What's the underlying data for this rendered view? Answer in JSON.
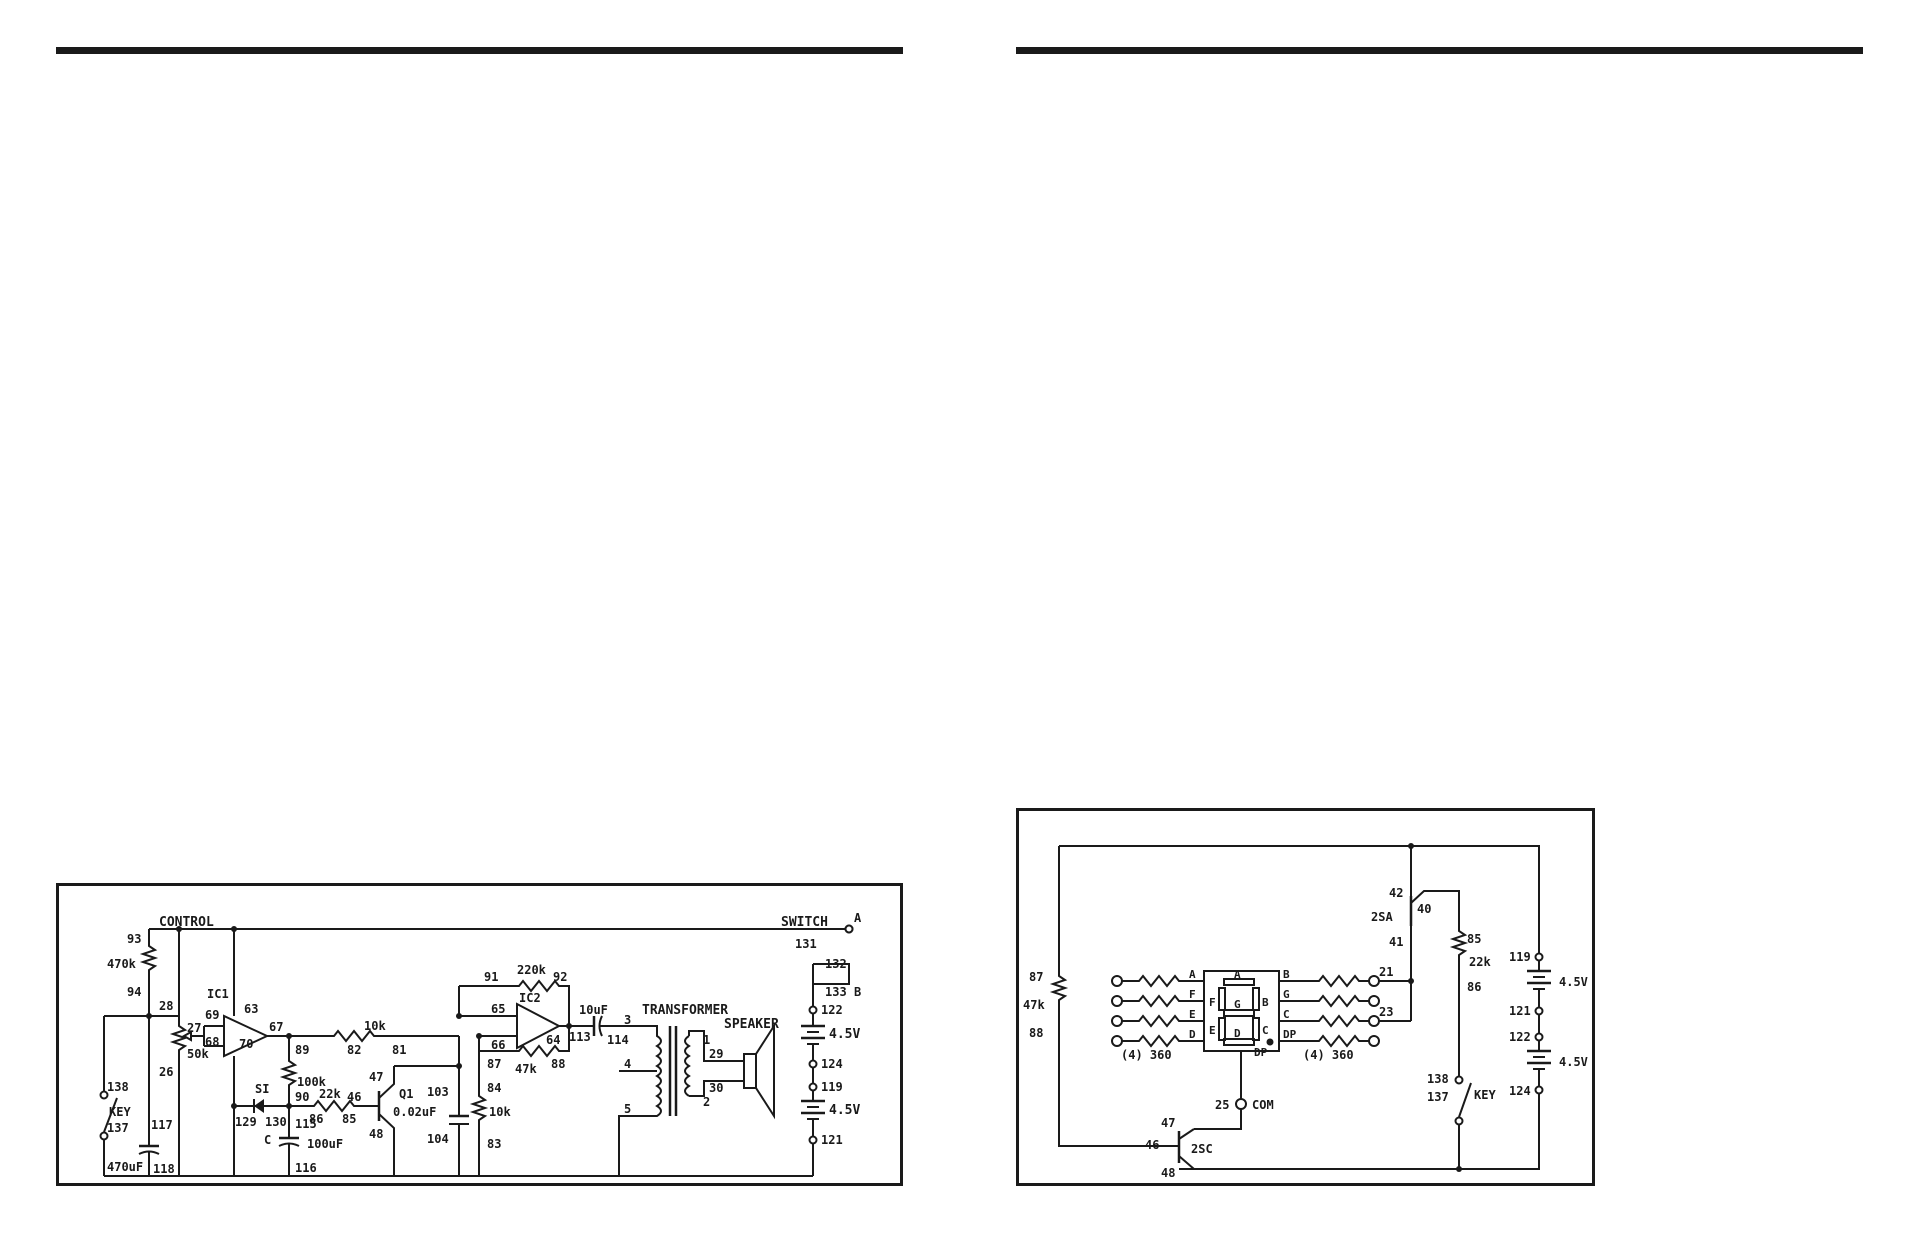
{
  "left_schematic": {
    "labels": {
      "control": "CONTROL",
      "switch": "SWITCH",
      "a": "A",
      "b": "B",
      "n93": "93",
      "r470k": "470k",
      "n94": "94",
      "n28": "28",
      "n26": "26",
      "n27": "27",
      "r50k": "50k",
      "ic1": "IC1",
      "n69": "69",
      "n63": "63",
      "n67": "67",
      "n68": "68",
      "n70": "70",
      "n89": "89",
      "r100k": "100k",
      "n90": "90",
      "r22k": "22k",
      "n46": "46",
      "n86": "86",
      "n85": "85",
      "n47": "47",
      "q1": "Q1",
      "c002": "0.02uF",
      "n48": "48",
      "n82": "82",
      "r10k_a": "10k",
      "n81": "81",
      "n91": "91",
      "r220k": "220k",
      "n92": "92",
      "ic2": "IC2",
      "n65": "65",
      "n66": "66",
      "n64": "64",
      "n113": "113",
      "n87": "87",
      "r47k": "47k",
      "n88": "88",
      "n103": "103",
      "n104": "104",
      "n84": "84",
      "r10k_b": "10k",
      "n83": "83",
      "c10uf": "10uF",
      "n114": "114",
      "transformer": "TRANSFORMER",
      "speaker": "SPEAKER",
      "n3": "3",
      "n4": "4",
      "n5": "5",
      "n1": "1",
      "n29": "29",
      "n30": "30",
      "n2": "2",
      "n131": "131",
      "n132": "132",
      "n133": "133",
      "n122": "122",
      "v45a": "4.5V",
      "n124": "124",
      "n119": "119",
      "v45b": "4.5V",
      "n121": "121",
      "n138": "138",
      "key": "KEY",
      "n137": "137",
      "n117": "117",
      "c470": "470uF",
      "n118": "118",
      "si": "SI",
      "n129": "129",
      "n130": "130",
      "c_label": "C",
      "n115": "115",
      "c100": "100uF",
      "n116": "116"
    }
  },
  "right_schematic": {
    "labels": {
      "n87": "87",
      "r47k": "47k",
      "n88": "88",
      "a_l": "A",
      "f_l": "F",
      "e_l": "E",
      "d_l": "D",
      "seg_a": "A",
      "seg_f": "F",
      "seg_g": "G",
      "seg_b": "B",
      "seg_e": "E",
      "seg_c": "C",
      "seg_d": "D",
      "seg_dp": "DP",
      "b_r": "B",
      "g_r": "G",
      "c_r": "C",
      "dp_r": "DP",
      "res4_left": "(4) 360",
      "res4_right": "(4) 360",
      "n21": "21",
      "n23": "23",
      "n42": "42",
      "n40": "40",
      "n41": "41",
      "q2sa": "2SA",
      "n85": "85",
      "r22k": "22k",
      "n86": "86",
      "n119": "119",
      "v45a": "4.5V",
      "n121": "121",
      "n122": "122",
      "v45b": "4.5V",
      "n124": "124",
      "n138": "138",
      "n137": "137",
      "key": "KEY",
      "n25": "25",
      "com": "COM",
      "n47": "47",
      "n46": "46",
      "q2sc": "2SC",
      "n48": "48"
    }
  }
}
